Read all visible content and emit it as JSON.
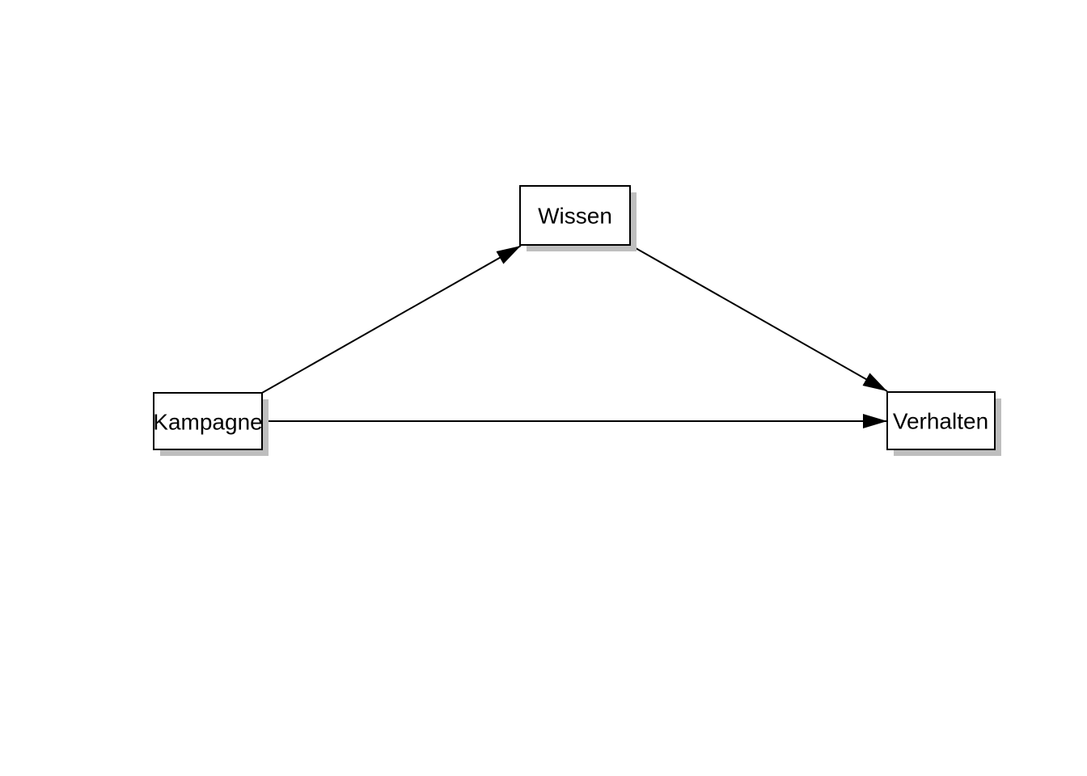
{
  "diagram": {
    "title": "mediation-path-model",
    "background": "#ffffff",
    "colors": {
      "box_fill": "#ffffff",
      "box_border": "#000000",
      "shadow": "#bebebe",
      "arrow": "#000000",
      "text": "#000000"
    },
    "nodes": [
      {
        "id": "kampagne",
        "label": "Kampagne"
      },
      {
        "id": "wissen",
        "label": "Wissen"
      },
      {
        "id": "verhalten",
        "label": "Verhalten"
      }
    ],
    "edges": [
      {
        "from": "Kampagne",
        "to": "Wissen"
      },
      {
        "from": "Wissen",
        "to": "Verhalten"
      },
      {
        "from": "Kampagne",
        "to": "Verhalten"
      }
    ]
  }
}
